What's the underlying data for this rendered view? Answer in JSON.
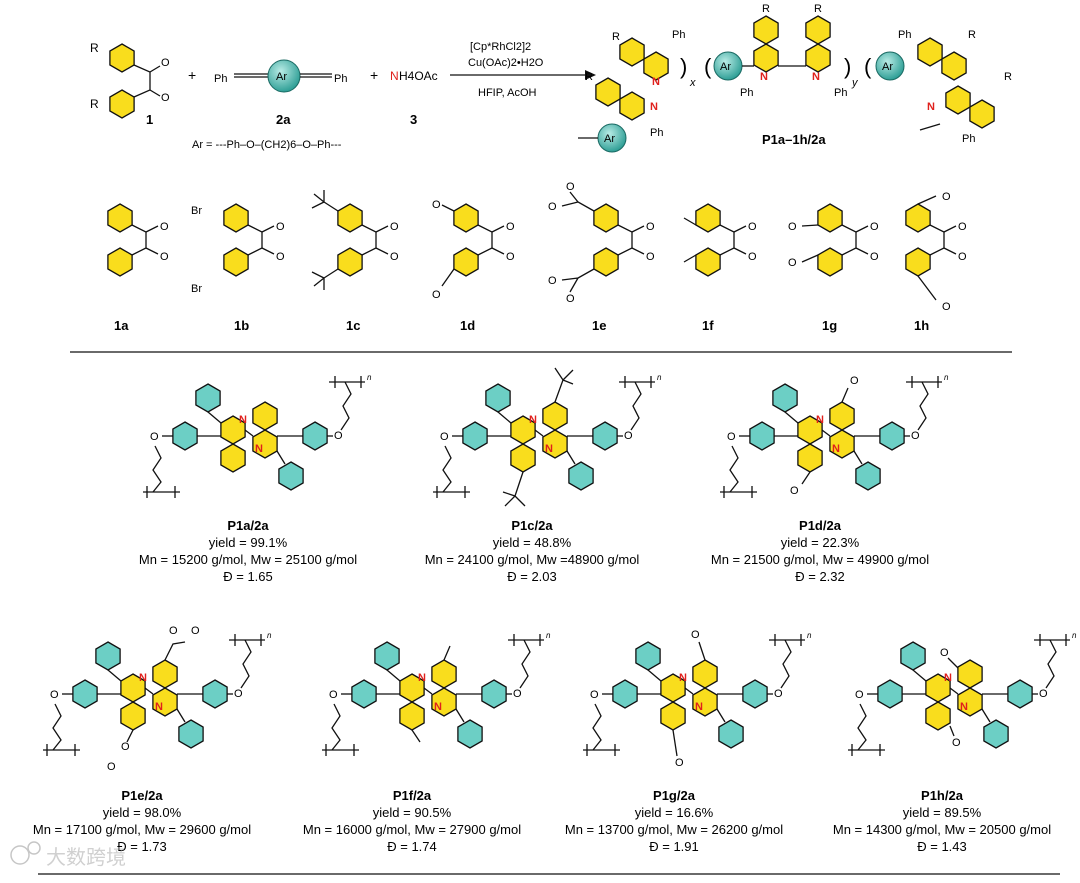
{
  "scheme": {
    "reagent_1_label": "1",
    "reagent_2_label": "2a",
    "reagent_3_label": "3",
    "reagent_3_name_n": "N",
    "reagent_3_name_rest": "H4OAc",
    "ar_definition": "Ar =  ---Ph–O–(CH2)6–O–Ph---",
    "conditions": [
      "[Cp*RhCl2]2",
      "Cu(OAc)2•H2O",
      "HFIP, AcOH"
    ],
    "product_label": "P1a–1h/2a",
    "r_label": "R",
    "ar_label": "Ar",
    "ph_label": "Ph",
    "x_label": "x",
    "y_label": "y",
    "plus": "+"
  },
  "monomers": [
    {
      "label": "1a",
      "sub_top": "",
      "sub_bottom": ""
    },
    {
      "label": "1b",
      "sub_top": "Br",
      "sub_bottom": "Br"
    },
    {
      "label": "1c",
      "sub_top": "",
      "sub_bottom": ""
    },
    {
      "label": "1d",
      "sub_top": "",
      "sub_bottom": ""
    },
    {
      "label": "1e",
      "sub_top": "",
      "sub_bottom": ""
    },
    {
      "label": "1f",
      "sub_top": "",
      "sub_bottom": ""
    },
    {
      "label": "1g",
      "sub_top": "",
      "sub_bottom": ""
    },
    {
      "label": "1h",
      "sub_top": "",
      "sub_bottom": ""
    }
  ],
  "polymers": [
    {
      "name": "P1a/2a",
      "yield": "yield = 99.1%",
      "mw": "Mn = 15200 g/mol, Mw = 25100 g/mol",
      "pdi": "Đ = 1.65"
    },
    {
      "name": "P1c/2a",
      "yield": "yield = 48.8%",
      "mw": "Mn = 24100 g/mol, Mw =48900 g/mol",
      "pdi": "Đ = 2.03"
    },
    {
      "name": "P1d/2a",
      "yield": "yield = 22.3%",
      "mw": "Mn = 21500 g/mol, Mw = 49900 g/mol",
      "pdi": "Đ = 2.32"
    },
    {
      "name": "P1e/2a",
      "yield": "yield = 98.0%",
      "mw": "Mn = 17100 g/mol, Mw = 29600 g/mol",
      "pdi": "Đ = 1.73"
    },
    {
      "name": "P1f/2a",
      "yield": "yield = 90.5%",
      "mw": "Mn = 16000 g/mol, Mw = 27900 g/mol",
      "pdi": "Đ = 1.74"
    },
    {
      "name": "P1g/2a",
      "yield": "yield = 16.6%",
      "mw": "Mn = 13700 g/mol, Mw = 26200 g/mol",
      "pdi": "Đ = 1.91"
    },
    {
      "name": "P1h/2a",
      "yield": "yield = 89.5%",
      "mw": "Mn = 14300 g/mol, Mw = 20500 g/mol",
      "pdi": "Đ = 1.43"
    }
  ],
  "watermark": "大数跨境",
  "colors": {
    "isoquinoline": "#f9dd1d",
    "aryl": "#6ccfc5",
    "nitrogen": "#e0201c"
  }
}
